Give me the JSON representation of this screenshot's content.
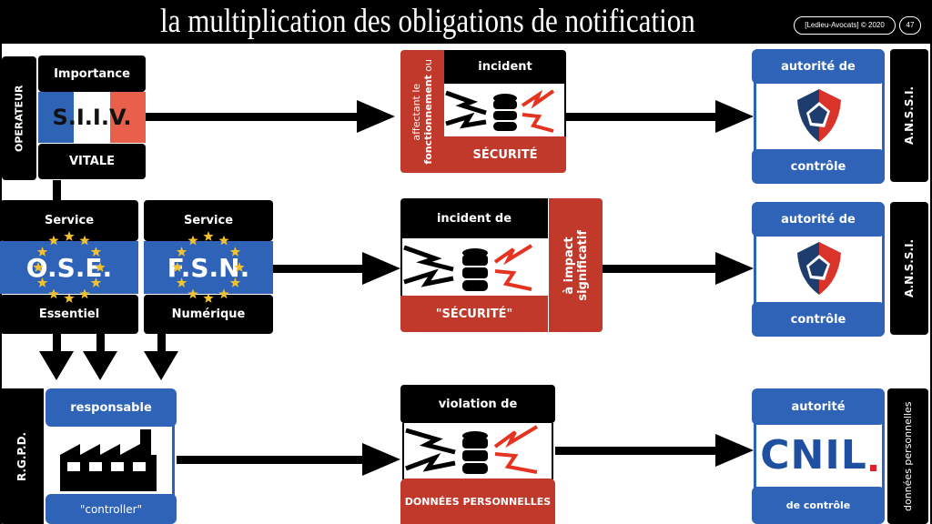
{
  "header": {
    "title": "la multiplication des obligations de notification",
    "credit": "[Ledieu-Avocats] © 2020",
    "page": "47"
  },
  "row1": {
    "side_label": "OPERATEUR",
    "siiv_top": "Importance",
    "siiv_main": "S.I.I.V.",
    "siiv_bottom": "VITALE",
    "incident_side": [
      "affectant  le",
      "fonctionnement",
      "ou"
    ],
    "incident_title": "incident",
    "incident_footer": "SÉCURITÉ",
    "authority_top": "autorité de",
    "authority_bottom": "contrôle",
    "authority_side": "A.N.S.S.I."
  },
  "row2": {
    "ose_top": "Service",
    "ose_main": "O.S.E.",
    "ose_bottom": "Essentiel",
    "fsn_top": "Service",
    "fsn_main": "F.S.N.",
    "fsn_bottom": "Numérique",
    "incident_title": "incident de",
    "incident_footer": "\"SÉCURITÉ\"",
    "incident_side": [
      "à impact",
      "significatif"
    ],
    "authority_top": "autorité de",
    "authority_bottom": "contrôle",
    "authority_side": "A.N.S.S.I."
  },
  "row3": {
    "side_label": "R.G.P.D.",
    "resp_top": "responsable",
    "resp_bottom": "\"controller\"",
    "violation_title": "violation de",
    "violation_footer": "DONNÉES PERSONNELLES",
    "authority_top": "autorité",
    "authority_logo": "CNIL",
    "authority_bottom": "de contrôle",
    "authority_side": "données personnelles"
  },
  "colors": {
    "blue": "#2e63b8",
    "red": "#c0392b",
    "flag_blue": "#2f63b3",
    "flag_red": "#e8604c",
    "star": "#f2c12e"
  }
}
